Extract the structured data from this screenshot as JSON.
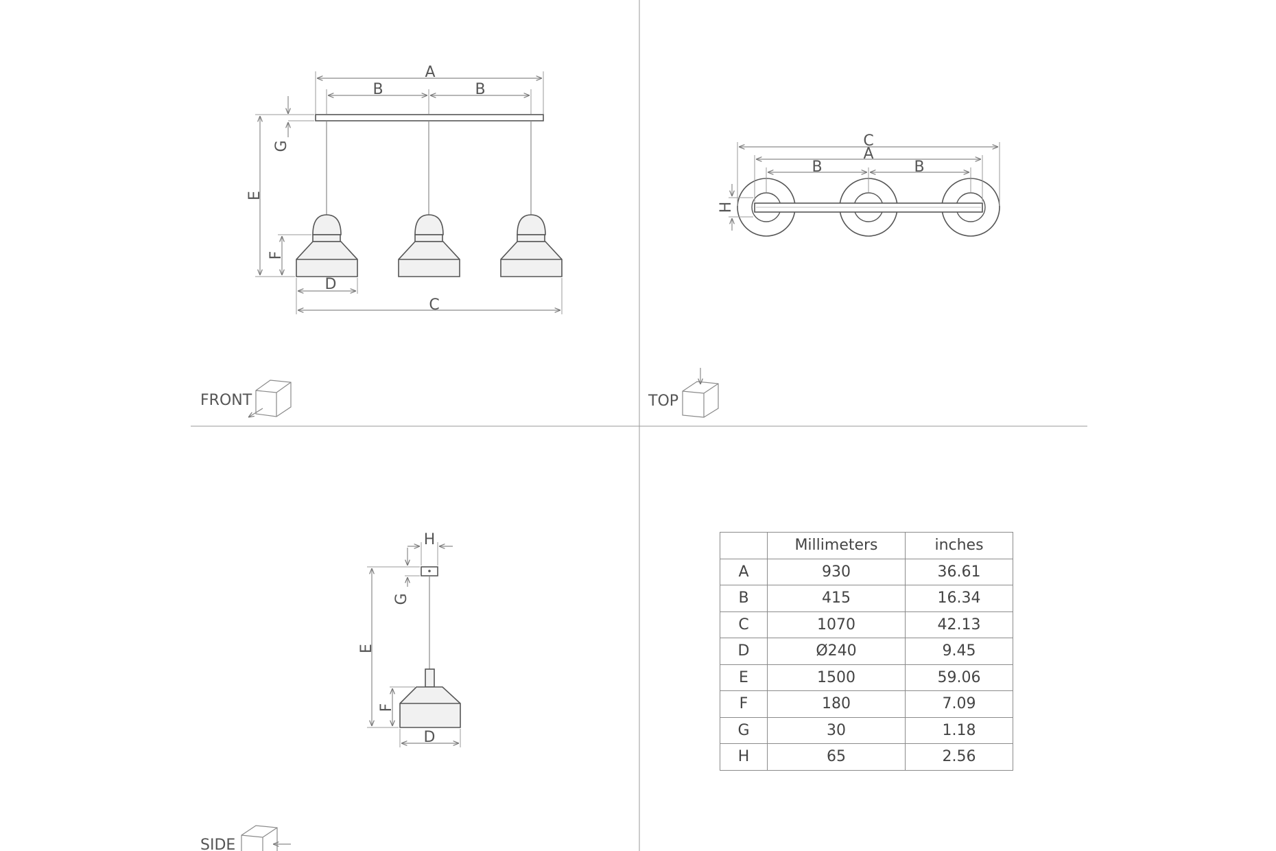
{
  "header": {
    "partial_text": ""
  },
  "views": {
    "front": {
      "label": "FRONT",
      "dims": {
        "a": "A",
        "b1": "B",
        "b2": "B",
        "c": "C",
        "d": "D",
        "e": "E",
        "f": "F",
        "g": "G"
      }
    },
    "top": {
      "label": "TOP",
      "dims": {
        "c": "C",
        "a": "A",
        "b1": "B",
        "b2": "B",
        "h": "H"
      }
    },
    "side": {
      "label": "SIDE",
      "dims": {
        "h": "H",
        "g": "G",
        "e": "E",
        "f": "F",
        "d": "D"
      }
    }
  },
  "table": {
    "headers": [
      "",
      "Millimeters",
      "inches"
    ],
    "rows": [
      {
        "key": "A",
        "mm": "930",
        "inch": "36.61"
      },
      {
        "key": "B",
        "mm": "415",
        "inch": "16.34"
      },
      {
        "key": "C",
        "mm": "1070",
        "inch": "42.13"
      },
      {
        "key": "D",
        "mm": "Ø240",
        "inch": "9.45"
      },
      {
        "key": "E",
        "mm": "1500",
        "inch": "59.06"
      },
      {
        "key": "F",
        "mm": "180",
        "inch": "7.09"
      },
      {
        "key": "G",
        "mm": "30",
        "inch": "1.18"
      },
      {
        "key": "H",
        "mm": "65",
        "inch": "2.56"
      }
    ]
  }
}
